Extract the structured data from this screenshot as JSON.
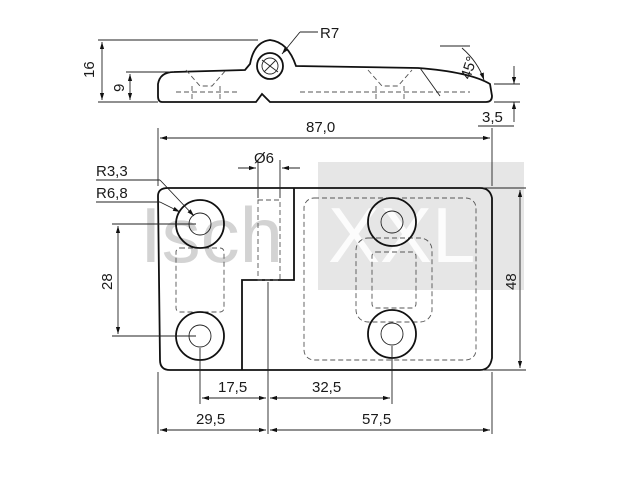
{
  "watermark": {
    "part1": "Isch",
    "part2": "XXL"
  },
  "side_view": {
    "height_total": "16",
    "height_leaf": "9",
    "radius": "R7",
    "angle": "45°",
    "thickness": "3,5"
  },
  "top_view": {
    "overall_width": "87,0",
    "pin_diameter": "Ø6",
    "hole_radius": "R3,3",
    "boss_radius": "R6,8",
    "hole_spacing_vertical": "28",
    "overall_height": "48",
    "offset_left_inner": "17,5",
    "hole_spacing_right": "32,5",
    "offset_left_total": "29,5",
    "offset_right_total": "57,5"
  }
}
